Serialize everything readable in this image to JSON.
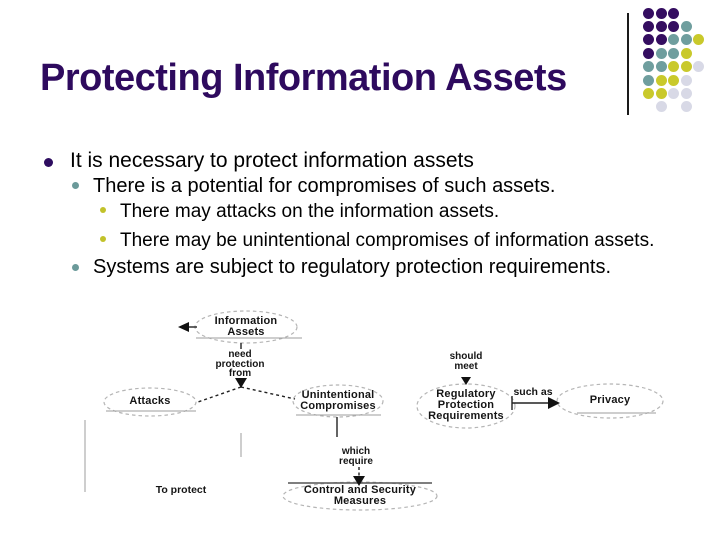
{
  "slide": {
    "title": "Protecting Information Assets",
    "bullets": [
      {
        "level": 1,
        "text": "It is necessary to protect information assets"
      },
      {
        "level": 2,
        "text": "There is a potential for compromises of such assets."
      },
      {
        "level": 3,
        "text": "There may attacks on the information assets."
      },
      {
        "level": 3,
        "text": "There may be unintentional compromises of information assets."
      },
      {
        "level": 2,
        "text": "Systems are subject to regulatory protection requirements."
      }
    ]
  },
  "diagram": {
    "nodes": {
      "information_assets": "Information\nAssets",
      "attacks": "Attacks",
      "unintentional_compromises": "Unintentional\nCompromises",
      "regulatory_protection_requirements": "Regulatory\nProtection\nRequirements",
      "privacy": "Privacy",
      "control_security_measures": "Control and Security\nMeasures"
    },
    "edge_labels": {
      "need_protection_from": "need\nprotection\nfrom",
      "which_require": "which\nrequire",
      "should_meet": "should\nmeet",
      "such_as": "such as",
      "to_protect": "To protect"
    }
  },
  "colors": {
    "title": "#2e0a5e",
    "bullet_level1": "#2e0d60",
    "bullet_level2": "#6b9a9a",
    "bullet_level3": "#c2c22a",
    "dot_purple": "#340d60",
    "dot_teal": "#6f9e9e",
    "dot_yellow": "#c9c92b",
    "dot_gray": "#d8d9e6"
  },
  "decoration": {
    "dot_pattern": [
      "PPP..",
      "PPPT.",
      "PPTTY",
      "PTTY.",
      "TTYYG",
      "TYYG.",
      "YYGG.",
      ".G.G."
    ],
    "dot_color_map": {
      "P": "dot_purple",
      "T": "dot_teal",
      "Y": "dot_yellow",
      "G": "dot_gray"
    }
  }
}
